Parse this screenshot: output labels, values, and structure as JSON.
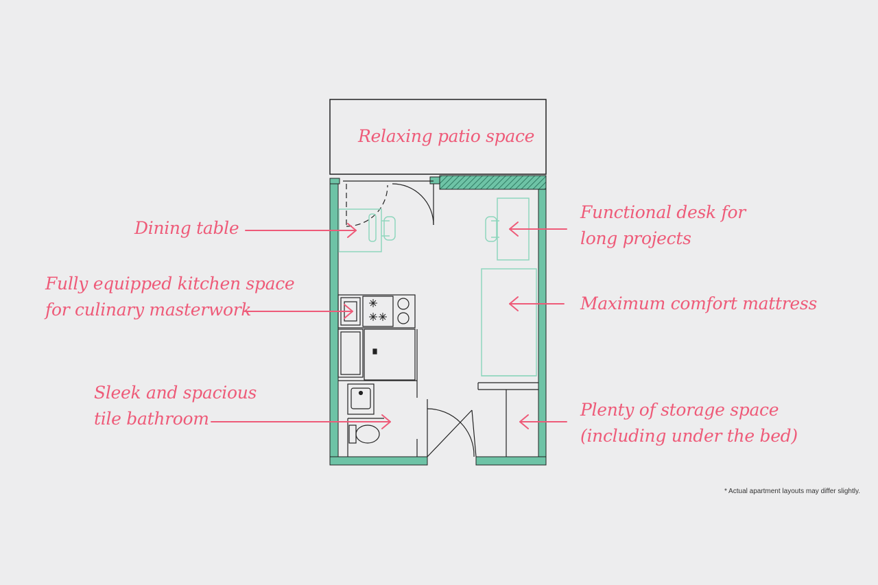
{
  "callouts": {
    "patio": "Relaxing patio space",
    "dining": "Dining table",
    "desk_line1": "Functional desk for",
    "desk_line2": "long projects",
    "kitchen_line1": "Fully equipped kitchen space",
    "kitchen_line2": "for culinary masterwork",
    "mattress": "Maximum comfort mattress",
    "bathroom_line1": "Sleek and spacious",
    "bathroom_line2": "tile bathroom",
    "storage_line1": "Plenty of storage space",
    "storage_line2": "(including under the bed)"
  },
  "footnote": "* Actual apartment layouts may differ slightly.",
  "colors": {
    "background": "#ededee",
    "wall": "#6ec3a6",
    "furniture": "#8fd6bd",
    "fixture_line": "#222222",
    "callout": "#ee5a78"
  }
}
